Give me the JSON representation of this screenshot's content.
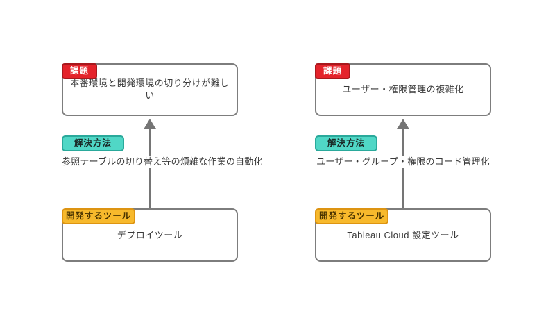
{
  "diagram": {
    "badge_labels": {
      "issue": "課題",
      "solution": "解決方法",
      "tool": "開発するツール"
    },
    "columns": [
      {
        "issue_text": "本番環境と開発環境の切り分けが難しい",
        "solution_text": "参照テーブルの切り替え等の煩雑な作業の自動化",
        "tool_text": "デプロイツール"
      },
      {
        "issue_text": "ユーザー・権限管理の複雑化",
        "solution_text": "ユーザー・グループ・権限のコード管理化",
        "tool_text": "Tableau Cloud 設定ツール"
      }
    ],
    "icons": {
      "arrow": "up-arrow-icon"
    },
    "colors": {
      "background": "#ffffff",
      "issue_badge_bg": "#e4232b",
      "issue_badge_border": "#a8181d",
      "issue_badge_text": "#ffffff",
      "solution_badge_bg": "#50d7c6",
      "solution_badge_border": "#2aa99b",
      "solution_badge_text": "#1b2b28",
      "tool_badge_bg": "#f7b92c",
      "tool_badge_border": "#dd9412",
      "tool_badge_text": "#4a3400",
      "box_border": "#7d7d7d",
      "arrow": "#757575",
      "body_text": "#3a3a3a"
    }
  }
}
